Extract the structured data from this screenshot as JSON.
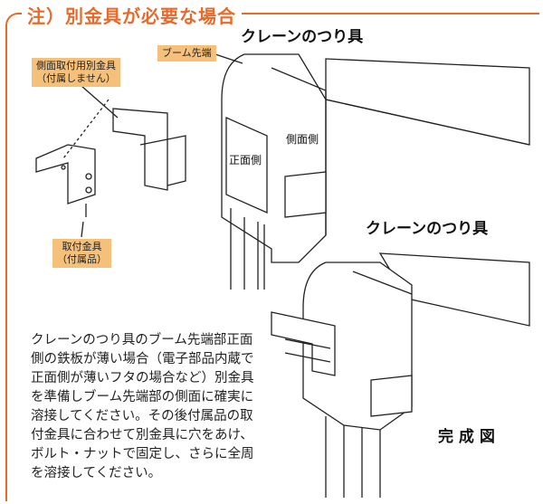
{
  "title": "注）別金具が必要な場合",
  "labels": {
    "side_bracket": "側面取付用別金具",
    "side_bracket_note": "（付属しません）",
    "boom_tip": "ブーム先端",
    "mount_bracket": "取付金具",
    "mount_bracket_note": "（付属品）",
    "front_side": "正面側",
    "lateral_side": "側面側",
    "crane_hook_top": "クレーンのつり具",
    "crane_hook_bottom": "クレーンのつり具",
    "completed": "完 成 図"
  },
  "description": "クレーンのつり具のブーム先端部正面側の鉄板が薄い場合（電子部品内蔵で正面側が薄いフタの場合など）別金具を準備しブーム先端部の側面に確実に溶接してください。その後付属品の取付金具に合わせて別金具に穴をあけ、ボルト・ナットで固定し、さらに全周を溶接してください。",
  "colors": {
    "accent": "#e8692a",
    "label_bg": "#f5c07a"
  }
}
